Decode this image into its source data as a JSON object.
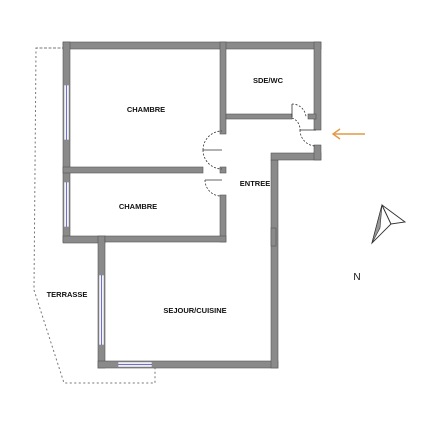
{
  "rooms": {
    "chambre_1": "CHAMBRE",
    "sde_wc": "SDE/WC",
    "entree": "ENTREE",
    "chambre_2": "CHAMBRE",
    "terrasse": "TERRASSE",
    "sejour_cuisine": "SEJOUR/CUISINE"
  },
  "compass": {
    "label": "N"
  },
  "icons": {
    "entrance_arrow": "arrow-left-icon",
    "north_arrow": "compass-arrow-icon"
  },
  "colors": {
    "walls": "#8a8a8a",
    "entrance_arrow": "#e09a45",
    "windows": "#7070c8"
  }
}
